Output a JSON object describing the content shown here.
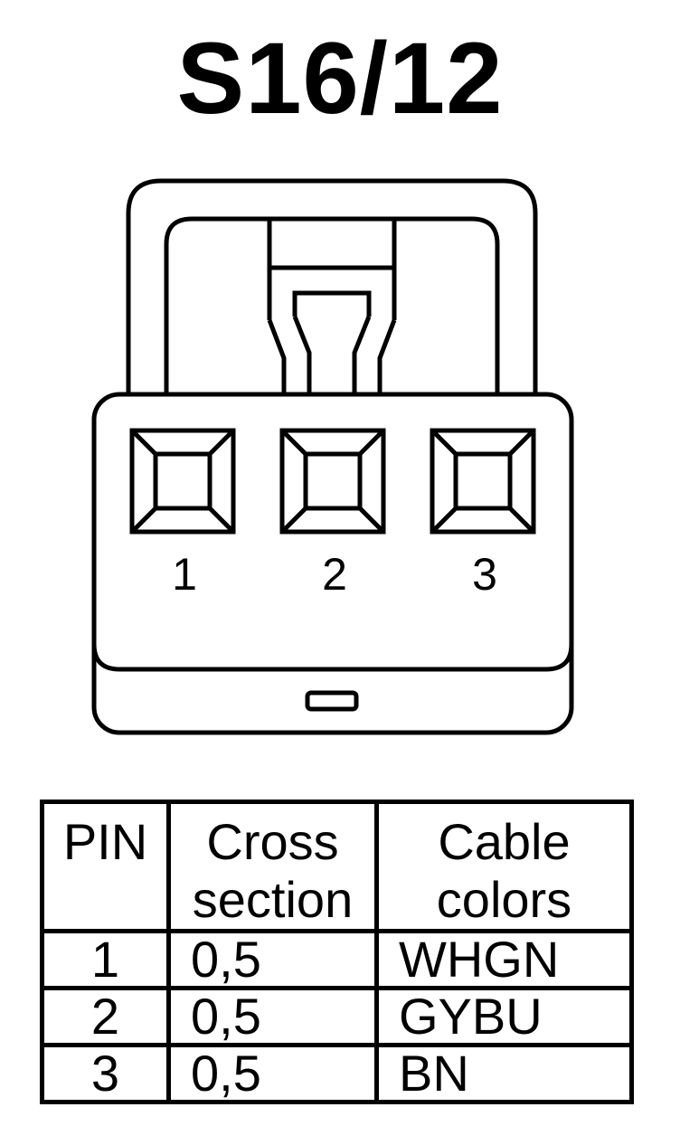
{
  "title": "S16/12",
  "connector": {
    "pins": [
      "1",
      "2",
      "3"
    ]
  },
  "table": {
    "headers": {
      "pin": "PIN",
      "cross_section": [
        "Cross",
        "section"
      ],
      "cable_colors": [
        "Cable",
        "colors"
      ]
    },
    "rows": [
      {
        "pin": "1",
        "cross_section": "0,5",
        "cable_color": "WHGN"
      },
      {
        "pin": "2",
        "cross_section": "0,5",
        "cable_color": "GYBU"
      },
      {
        "pin": "3",
        "cross_section": "0,5",
        "cable_color": "BN"
      }
    ]
  }
}
